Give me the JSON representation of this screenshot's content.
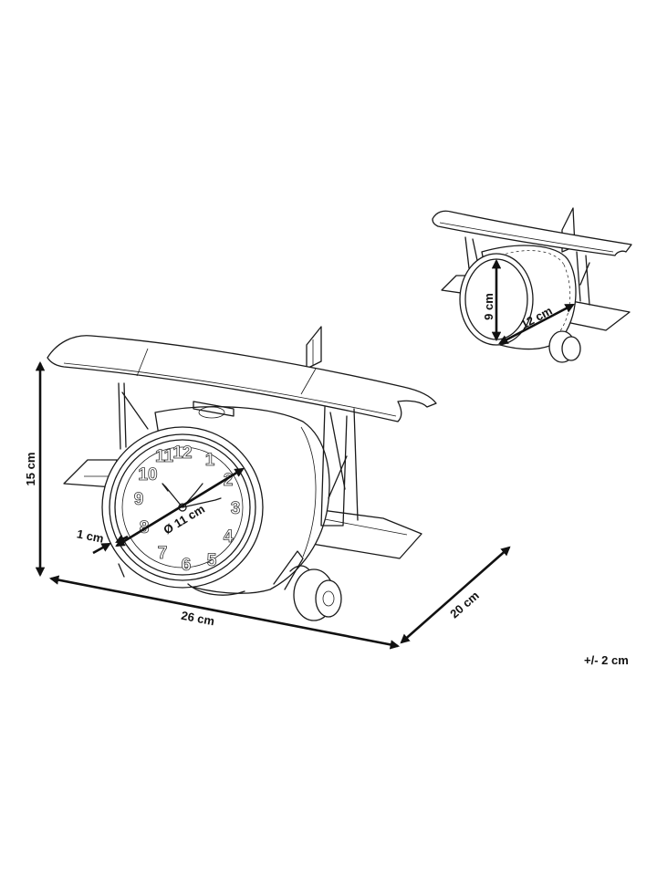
{
  "dimensions": {
    "height": "15 cm",
    "width": "26 cm",
    "depth": "20 cm",
    "clock_diameter": "Ø 11 cm",
    "clock_depth": "1 cm",
    "body_height": "9 cm",
    "body_length": "12 cm"
  },
  "tolerance": "+/- 2 cm",
  "clock_numerals": [
    "12",
    "1",
    "2",
    "3",
    "4",
    "5",
    "6",
    "7",
    "8",
    "9",
    "10",
    "11"
  ],
  "icons": [
    "biplane-clock-main-view",
    "biplane-clock-rear-view",
    "dimension-arrow"
  ]
}
